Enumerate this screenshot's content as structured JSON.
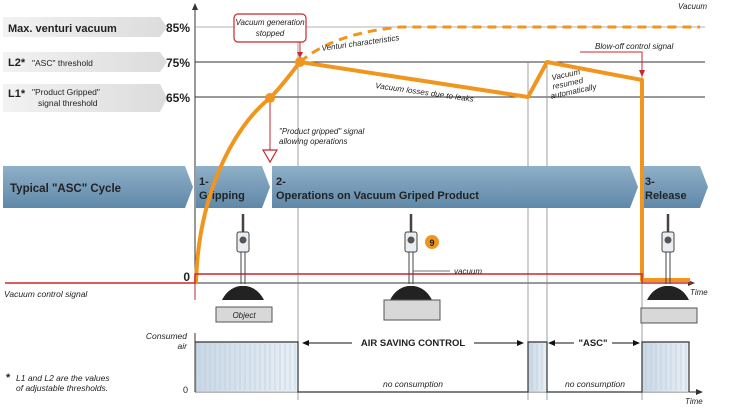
{
  "thresholds": {
    "max_label": "Max. venturi vacuum",
    "max_value": "85%",
    "l2_prefix": "L2*",
    "l2_label": "\"ASC\" threshold",
    "l2_value": "75%",
    "l1_prefix": "L1*",
    "l1_label_line1": "\"Product Gripped\"",
    "l1_label_line2": "signal threshold",
    "l1_value": "65%",
    "zero_value": "0"
  },
  "axis": {
    "vacuum": "Vacuum",
    "time": "Time",
    "time_bottom": "Time",
    "consumed_line1": "Consumed",
    "consumed_line2": "air",
    "zero_bottom": "0"
  },
  "annotations": {
    "vacuum_generation_line1": "Vacuum generation",
    "vacuum_generation_line2": "stopped",
    "venturi_characteristics": "Venturi characteristics",
    "vacuum_losses": "Vacuum losses due to leaks",
    "vacuum_resumed_line1": "Vacuum",
    "vacuum_resumed_line2": "resumed",
    "vacuum_resumed_line3": "automatically",
    "blowoff": "Blow-off control signal",
    "product_gripped_line1": "\"Product gripped\" signal",
    "product_gripped_line2": "allowing operations",
    "vacuum_control_signal": "Vacuum control signal",
    "vacuum_label": "vacuum",
    "object_label": "Object",
    "marker_number": "9"
  },
  "cycle": {
    "typical": "Typical \"ASC\" Cycle",
    "step1_num": "1-",
    "step1_label": "Gripping",
    "step2_num": "2-",
    "step2_label": "Operations on Vacuum Griped Product",
    "step3_num": "3-",
    "step3_label": "Release"
  },
  "consumption": {
    "air_saving": "AIR SAVING CONTROL",
    "asc": "\"ASC\"",
    "no_consumption_1": "no consumption",
    "no_consumption_2": "no consumption"
  },
  "footnote": {
    "line1": "L1 and L2 are the values",
    "line2": "of adjustable thresholds."
  },
  "colors": {
    "orange": "#f0961e",
    "red": "#c8282d",
    "blue_band": "#6e96b4",
    "label_bg": "#e6e6e6",
    "grey": "#666666"
  }
}
